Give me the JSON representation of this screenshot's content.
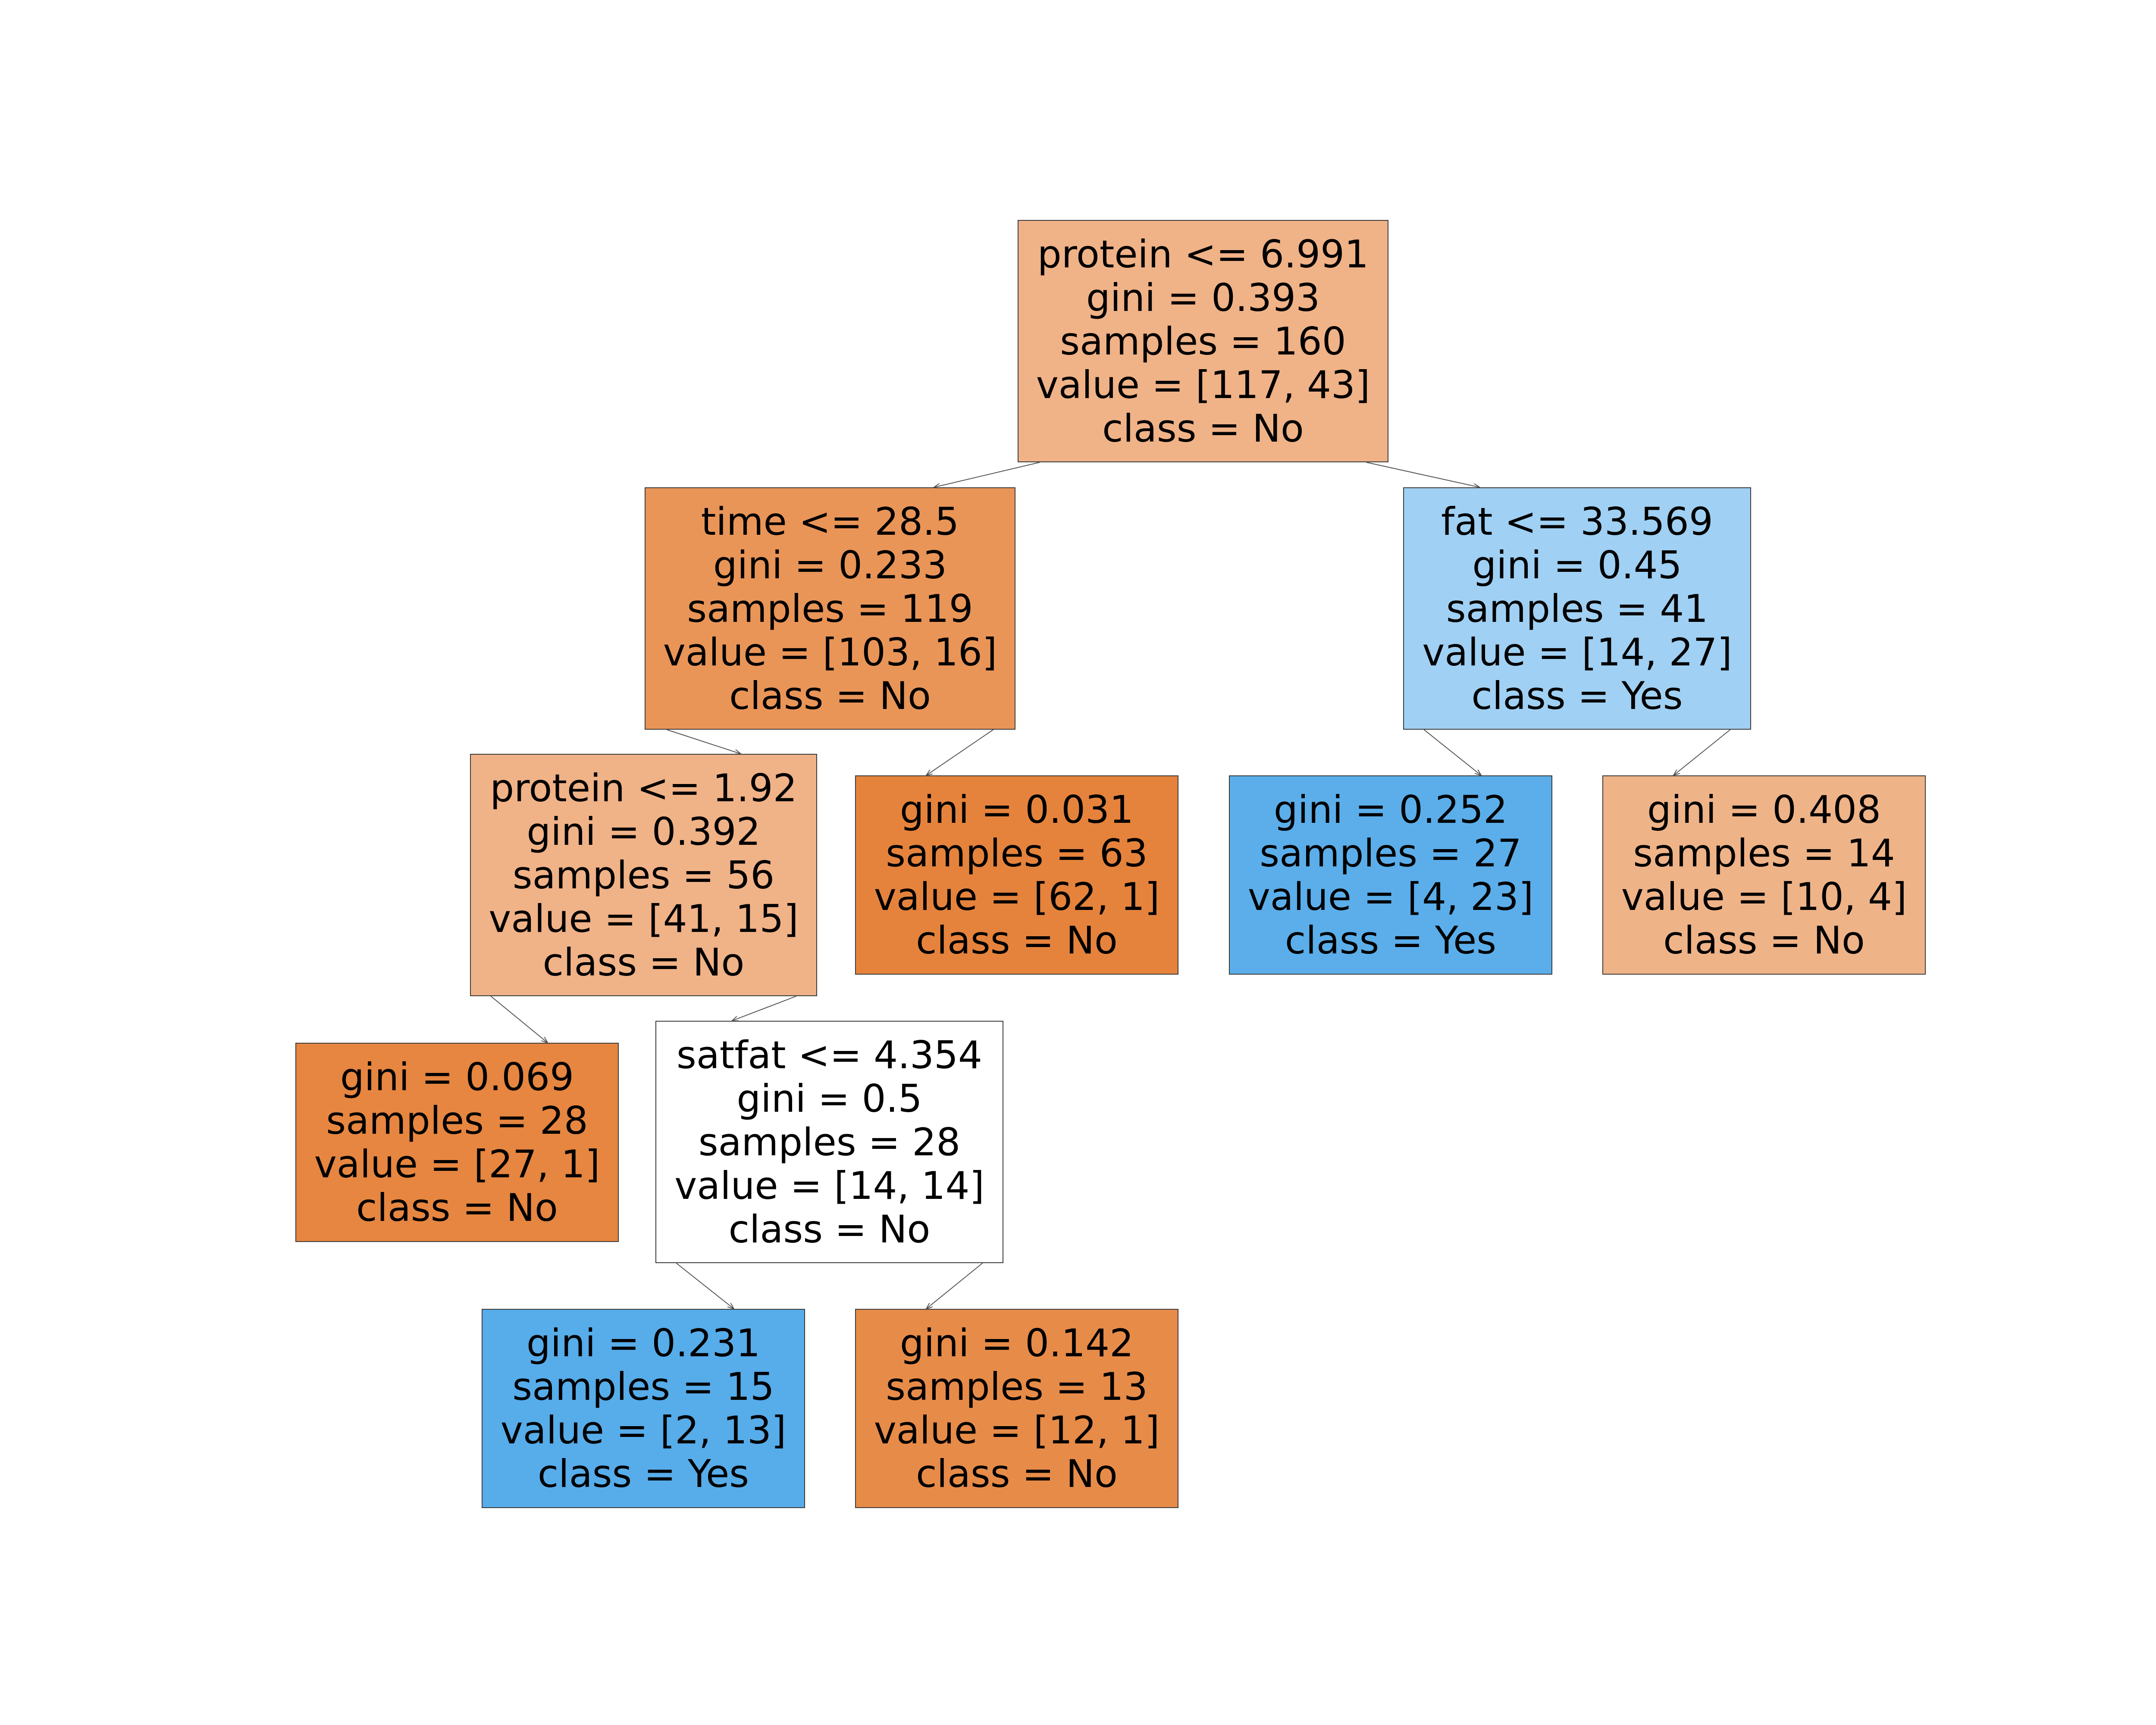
{
  "tree": {
    "colors": {
      "no_strong": "#e58139",
      "no_light": "#f0b287",
      "no_medium": "#e99558",
      "yes_strong": "#56ade9",
      "yes_light": "#a0d0f3",
      "neutral": "#ffffff",
      "border": "#3a3a3a",
      "edge": "#555555"
    },
    "nodes": [
      {
        "id": "n0",
        "split": "protein <= 6.991",
        "gini": "gini = 0.393",
        "samples": "samples = 160",
        "value": "value = [117, 43]",
        "class": "class = No",
        "color": "#f0b287"
      },
      {
        "id": "n1",
        "split": "time <= 28.5",
        "gini": "gini = 0.233",
        "samples": "samples = 119",
        "value": "value = [103, 16]",
        "class": "class = No",
        "color": "#e99558"
      },
      {
        "id": "n2",
        "split": "protein <= 1.92",
        "gini": "gini = 0.392",
        "samples": "samples = 56",
        "value": "value = [41, 15]",
        "class": "class = No",
        "color": "#f0b287"
      },
      {
        "id": "n3",
        "split": "",
        "gini": "gini = 0.069",
        "samples": "samples = 28",
        "value": "value = [27, 1]",
        "class": "class = No",
        "color": "#e68640"
      },
      {
        "id": "n4",
        "split": "satfat <= 4.354",
        "gini": "gini = 0.5",
        "samples": "samples = 28",
        "value": "value = [14, 14]",
        "class": "class = No",
        "color": "#ffffff"
      },
      {
        "id": "n5",
        "split": "",
        "gini": "gini = 0.231",
        "samples": "samples = 15",
        "value": "value = [2, 13]",
        "class": "class = Yes",
        "color": "#57acea"
      },
      {
        "id": "n6",
        "split": "",
        "gini": "gini = 0.142",
        "samples": "samples = 13",
        "value": "value = [12, 1]",
        "class": "class = No",
        "color": "#e78b49"
      },
      {
        "id": "n7",
        "split": "",
        "gini": "gini = 0.031",
        "samples": "samples = 63",
        "value": "value = [62, 1]",
        "class": "class = No",
        "color": "#e5833c"
      },
      {
        "id": "n8",
        "split": "fat <= 33.569",
        "gini": "gini = 0.45",
        "samples": "samples = 41",
        "value": "value = [14, 27]",
        "class": "class = Yes",
        "color": "#a0d0f3"
      },
      {
        "id": "n9",
        "split": "",
        "gini": "gini = 0.252",
        "samples": "samples = 27",
        "value": "value = [4, 23]",
        "class": "class = Yes",
        "color": "#5baeea"
      },
      {
        "id": "n10",
        "split": "",
        "gini": "gini = 0.408",
        "samples": "samples = 14",
        "value": "value = [10, 4]",
        "class": "class = No",
        "color": "#efb388"
      }
    ],
    "edges": [
      [
        "n0",
        "n1"
      ],
      [
        "n1",
        "n2"
      ],
      [
        "n2",
        "n3"
      ],
      [
        "n2",
        "n4"
      ],
      [
        "n4",
        "n5"
      ],
      [
        "n4",
        "n6"
      ],
      [
        "n1",
        "n7"
      ],
      [
        "n0",
        "n8"
      ],
      [
        "n8",
        "n9"
      ],
      [
        "n8",
        "n10"
      ]
    ]
  }
}
